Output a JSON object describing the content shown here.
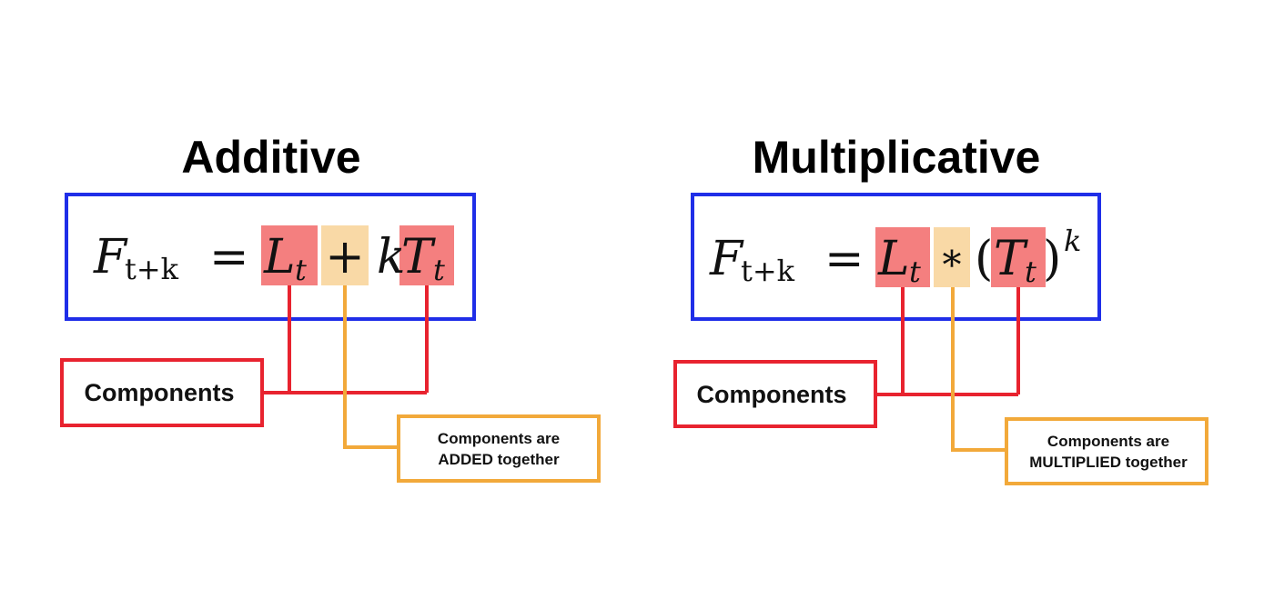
{
  "colors": {
    "formula_box": "#1f2ee8",
    "component": "#e8232f",
    "component_highlight": "#f47f7f",
    "operator": "#f2a93a",
    "operator_highlight": "#f9d9a6"
  },
  "additive": {
    "title": "Additive",
    "formula": {
      "lhs_var": "F",
      "lhs_sub": "t+k",
      "equals": "=",
      "level_var": "L",
      "level_sub": "t",
      "operator": "+",
      "coef": "k",
      "trend_var": "T",
      "trend_sub": "t"
    },
    "components_label": "Components",
    "operator_note": [
      "Components are",
      "ADDED together"
    ]
  },
  "multiplicative": {
    "title": "Multiplicative",
    "formula": {
      "lhs_var": "F",
      "lhs_sub": "t+k",
      "equals": "=",
      "level_var": "L",
      "level_sub": "t",
      "operator": "*",
      "open_paren": "(",
      "trend_var": "T",
      "trend_sub": "t",
      "close_paren": ")",
      "exponent": "k"
    },
    "components_label": "Components",
    "operator_note": [
      "Components are",
      "MULTIPLIED together"
    ]
  }
}
